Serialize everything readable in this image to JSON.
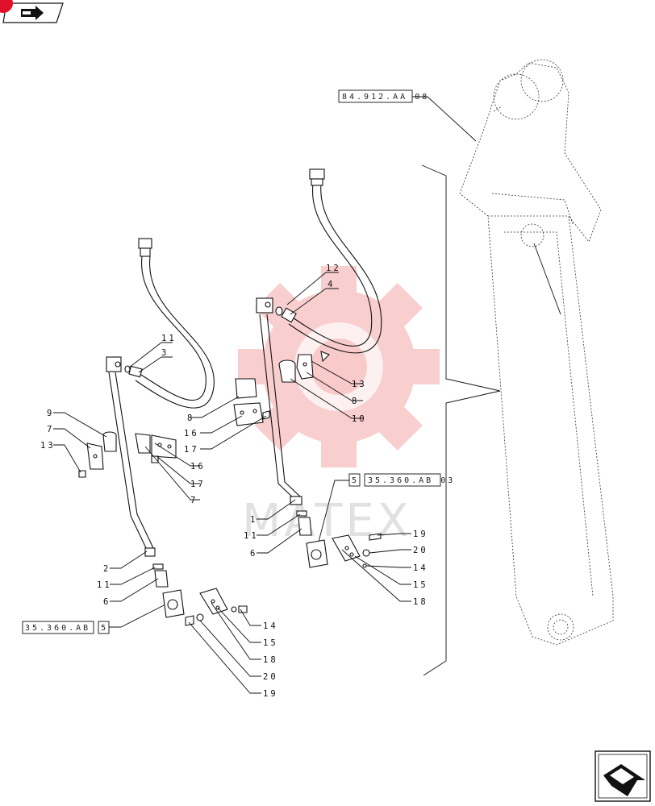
{
  "nav": {
    "top_icon": "back-arrow-icon",
    "bottom_icon": "next-arrow-icon",
    "badge_color": "#e0102a"
  },
  "watermark": {
    "text": "MATEX",
    "color": "#f6b5b5"
  },
  "references": {
    "boom_ref": "84.912.AA 08",
    "valve_ref_right": "35.360.AB 03",
    "valve_ref_right_qty": "5",
    "valve_ref_left": "35.360.AB 03",
    "valve_ref_left_qty": "5"
  },
  "callouts": {
    "c_12": "12",
    "c_4": "4",
    "c_11a": "11",
    "c_3": "3",
    "c_13a": "13",
    "c_8a": "8",
    "c_10": "10",
    "c_8b": "8",
    "c_16a": "16",
    "c_17a": "17",
    "c_9": "9",
    "c_7a": "7",
    "c_13b": "13",
    "c_16b": "16",
    "c_17b": "17",
    "c_7b": "7",
    "c_1": "1",
    "c_11b": "11",
    "c_6a": "6",
    "c_19a": "19",
    "c_20a": "20",
    "c_14a": "14",
    "c_15a": "15",
    "c_18a": "18",
    "c_2": "2",
    "c_11c": "11",
    "c_6b": "6",
    "c_14b": "14",
    "c_15b": "15",
    "c_18b": "18",
    "c_20b": "20",
    "c_19b": "19"
  }
}
